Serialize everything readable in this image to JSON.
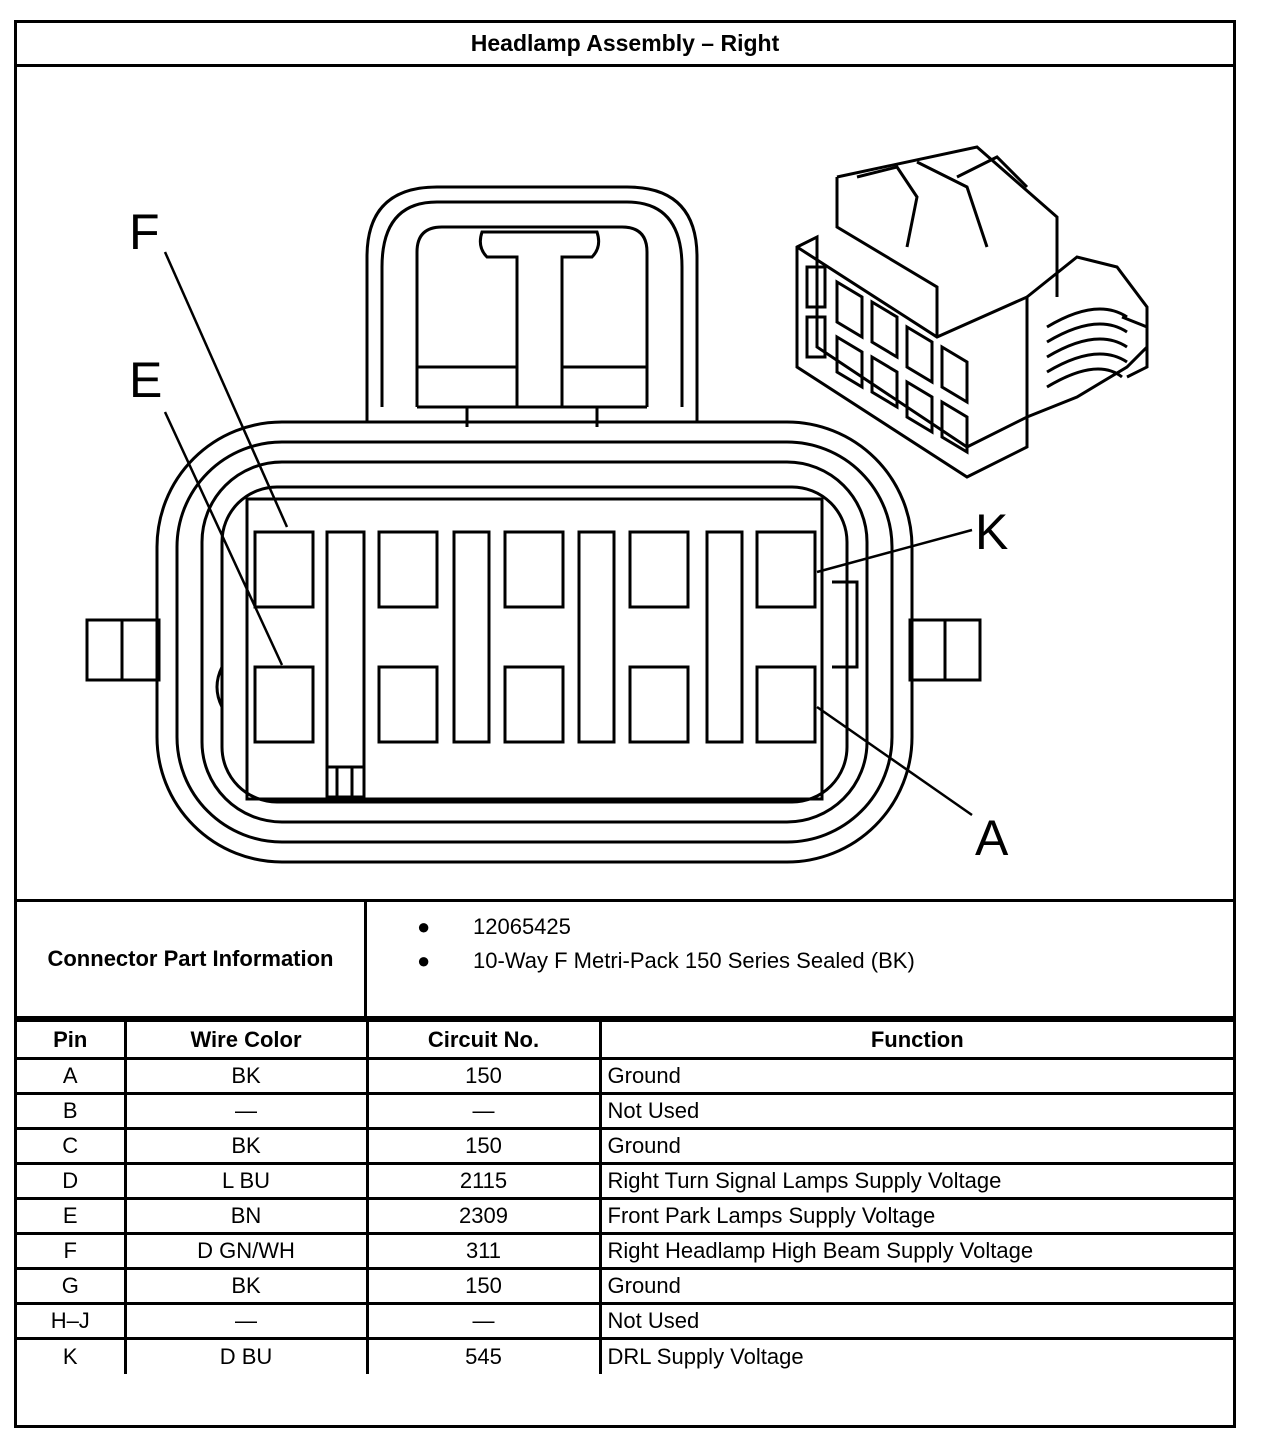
{
  "title": "Headlamp Assembly – Right",
  "diagram": {
    "callouts": [
      "F",
      "E",
      "K",
      "A"
    ]
  },
  "connector_info": {
    "label": "Connector Part Information",
    "items": [
      "12065425",
      "10-Way F Metri-Pack 150 Series Sealed (BK)"
    ]
  },
  "table": {
    "headers": [
      "Pin",
      "Wire Color",
      "Circuit No.",
      "Function"
    ],
    "rows": [
      [
        "A",
        "BK",
        "150",
        "Ground"
      ],
      [
        "B",
        "—",
        "—",
        "Not Used"
      ],
      [
        "C",
        "BK",
        "150",
        "Ground"
      ],
      [
        "D",
        "L BU",
        "2115",
        "Right Turn Signal Lamps Supply Voltage"
      ],
      [
        "E",
        "BN",
        "2309",
        "Front Park Lamps Supply Voltage"
      ],
      [
        "F",
        "D GN/WH",
        "311",
        "Right Headlamp High Beam Supply Voltage"
      ],
      [
        "G",
        "BK",
        "150",
        "Ground"
      ],
      [
        "H–J",
        "—",
        "—",
        "Not Used"
      ],
      [
        "K",
        "D BU",
        "545",
        "DRL Supply Voltage"
      ]
    ]
  }
}
